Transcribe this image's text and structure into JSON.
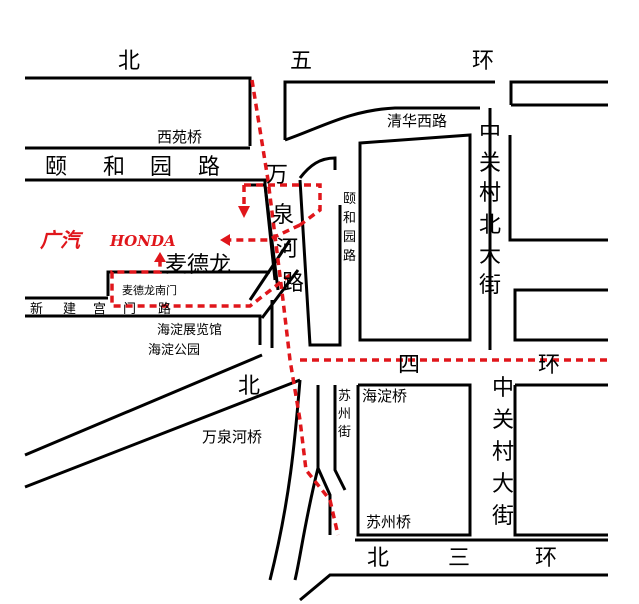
{
  "roads": {
    "north_4th_ring": [
      "北",
      "五",
      "环"
    ],
    "north_3rd_ring": [
      "北",
      "三",
      "环"
    ],
    "north_4th_ring_middle": [
      "四",
      "环"
    ],
    "yiheyuan_road": [
      "颐",
      "和",
      "园",
      "路"
    ],
    "wanquanhe_road": [
      "万",
      "泉",
      "河",
      "路"
    ],
    "zhongguancun_north_street": [
      "中",
      "关",
      "村",
      "北",
      "大",
      "街"
    ],
    "zhongguancun_street": [
      "中",
      "关",
      "村",
      "大",
      "街"
    ],
    "yiheyuan_road_vertical": [
      "颐",
      "和",
      "园",
      "路"
    ],
    "suzhou_street": [
      "苏",
      "州",
      "街"
    ],
    "xinjiangongmen_road": [
      "新",
      "建",
      "宫",
      "门",
      "路"
    ],
    "bei": "北",
    "tsinghua_west_road": "清华西路"
  },
  "places": {
    "xiyuan_bridge": "西苑桥",
    "haidian_exhibition_hall": "海淀展览馆",
    "haidian_park": "海淀公园",
    "wanquanhe_bridge": "万泉河桥",
    "haidian_bridge": "海淀桥",
    "suzhou_bridge": "苏州桥",
    "maidelong": "麦德龙",
    "maidelong_south_gate": "麦德龙南门"
  },
  "brand": {
    "name_cn": "广汽",
    "name_en": "HONDA"
  },
  "colors": {
    "route": "#e0161b",
    "road": "#000000",
    "background": "#ffffff"
  }
}
